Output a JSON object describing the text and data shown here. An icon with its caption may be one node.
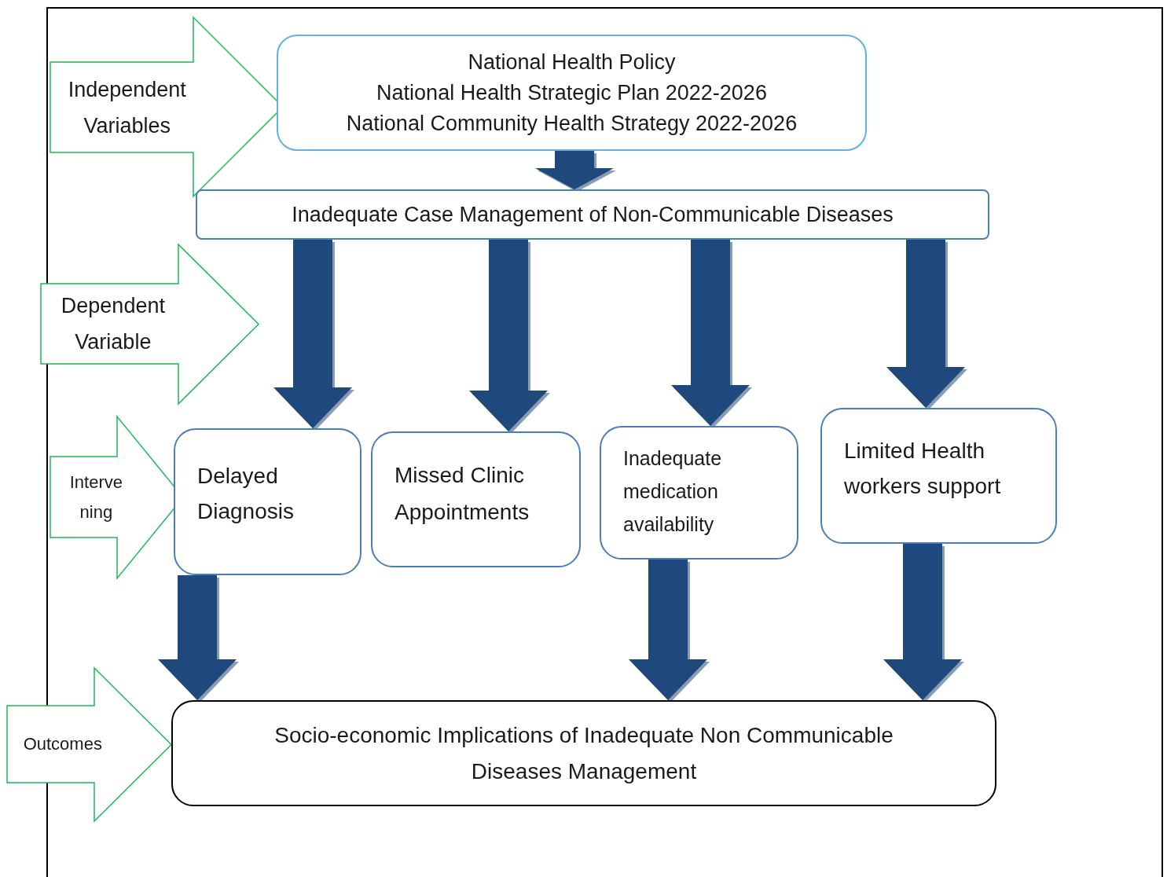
{
  "diagram": {
    "nodes": [
      {
        "text": [
          "Independent Variables"
        ]
      },
      {
        "text": [
          "National Health Policy",
          "National Health Strategic Plan 2022-2026",
          "National Community Health Strategy 2022-2026"
        ]
      },
      {
        "text": [
          "Inadequate Case Management of Non-Communicable Diseases"
        ]
      },
      {
        "text": [
          "Dependent Variable"
        ]
      },
      {
        "text": [
          "Interve ning"
        ]
      },
      {
        "text": [
          "Delayed Diagnosis"
        ]
      },
      {
        "text": [
          "Missed Clinic Appointments"
        ]
      },
      {
        "text": [
          "Inadequate medication availability"
        ]
      },
      {
        "text": [
          "Limited Health workers support"
        ]
      },
      {
        "text": [
          "Outcomes"
        ]
      },
      {
        "text": [
          "Socio-economic Implications of Inadequate Non Communicable Diseases Management"
        ]
      }
    ],
    "edges": [
      {
        "from": 1,
        "to": 2,
        "arrow": "to"
      },
      {
        "from": 2,
        "to": 5,
        "arrow": "to"
      },
      {
        "from": 2,
        "to": 6,
        "arrow": "to"
      },
      {
        "from": 2,
        "to": 7,
        "arrow": "to"
      },
      {
        "from": 2,
        "to": 8,
        "arrow": "to"
      },
      {
        "from": 5,
        "to": 10,
        "arrow": "to"
      },
      {
        "from": 7,
        "to": 10,
        "arrow": "to"
      },
      {
        "from": 8,
        "to": 10,
        "arrow": "to"
      }
    ]
  }
}
